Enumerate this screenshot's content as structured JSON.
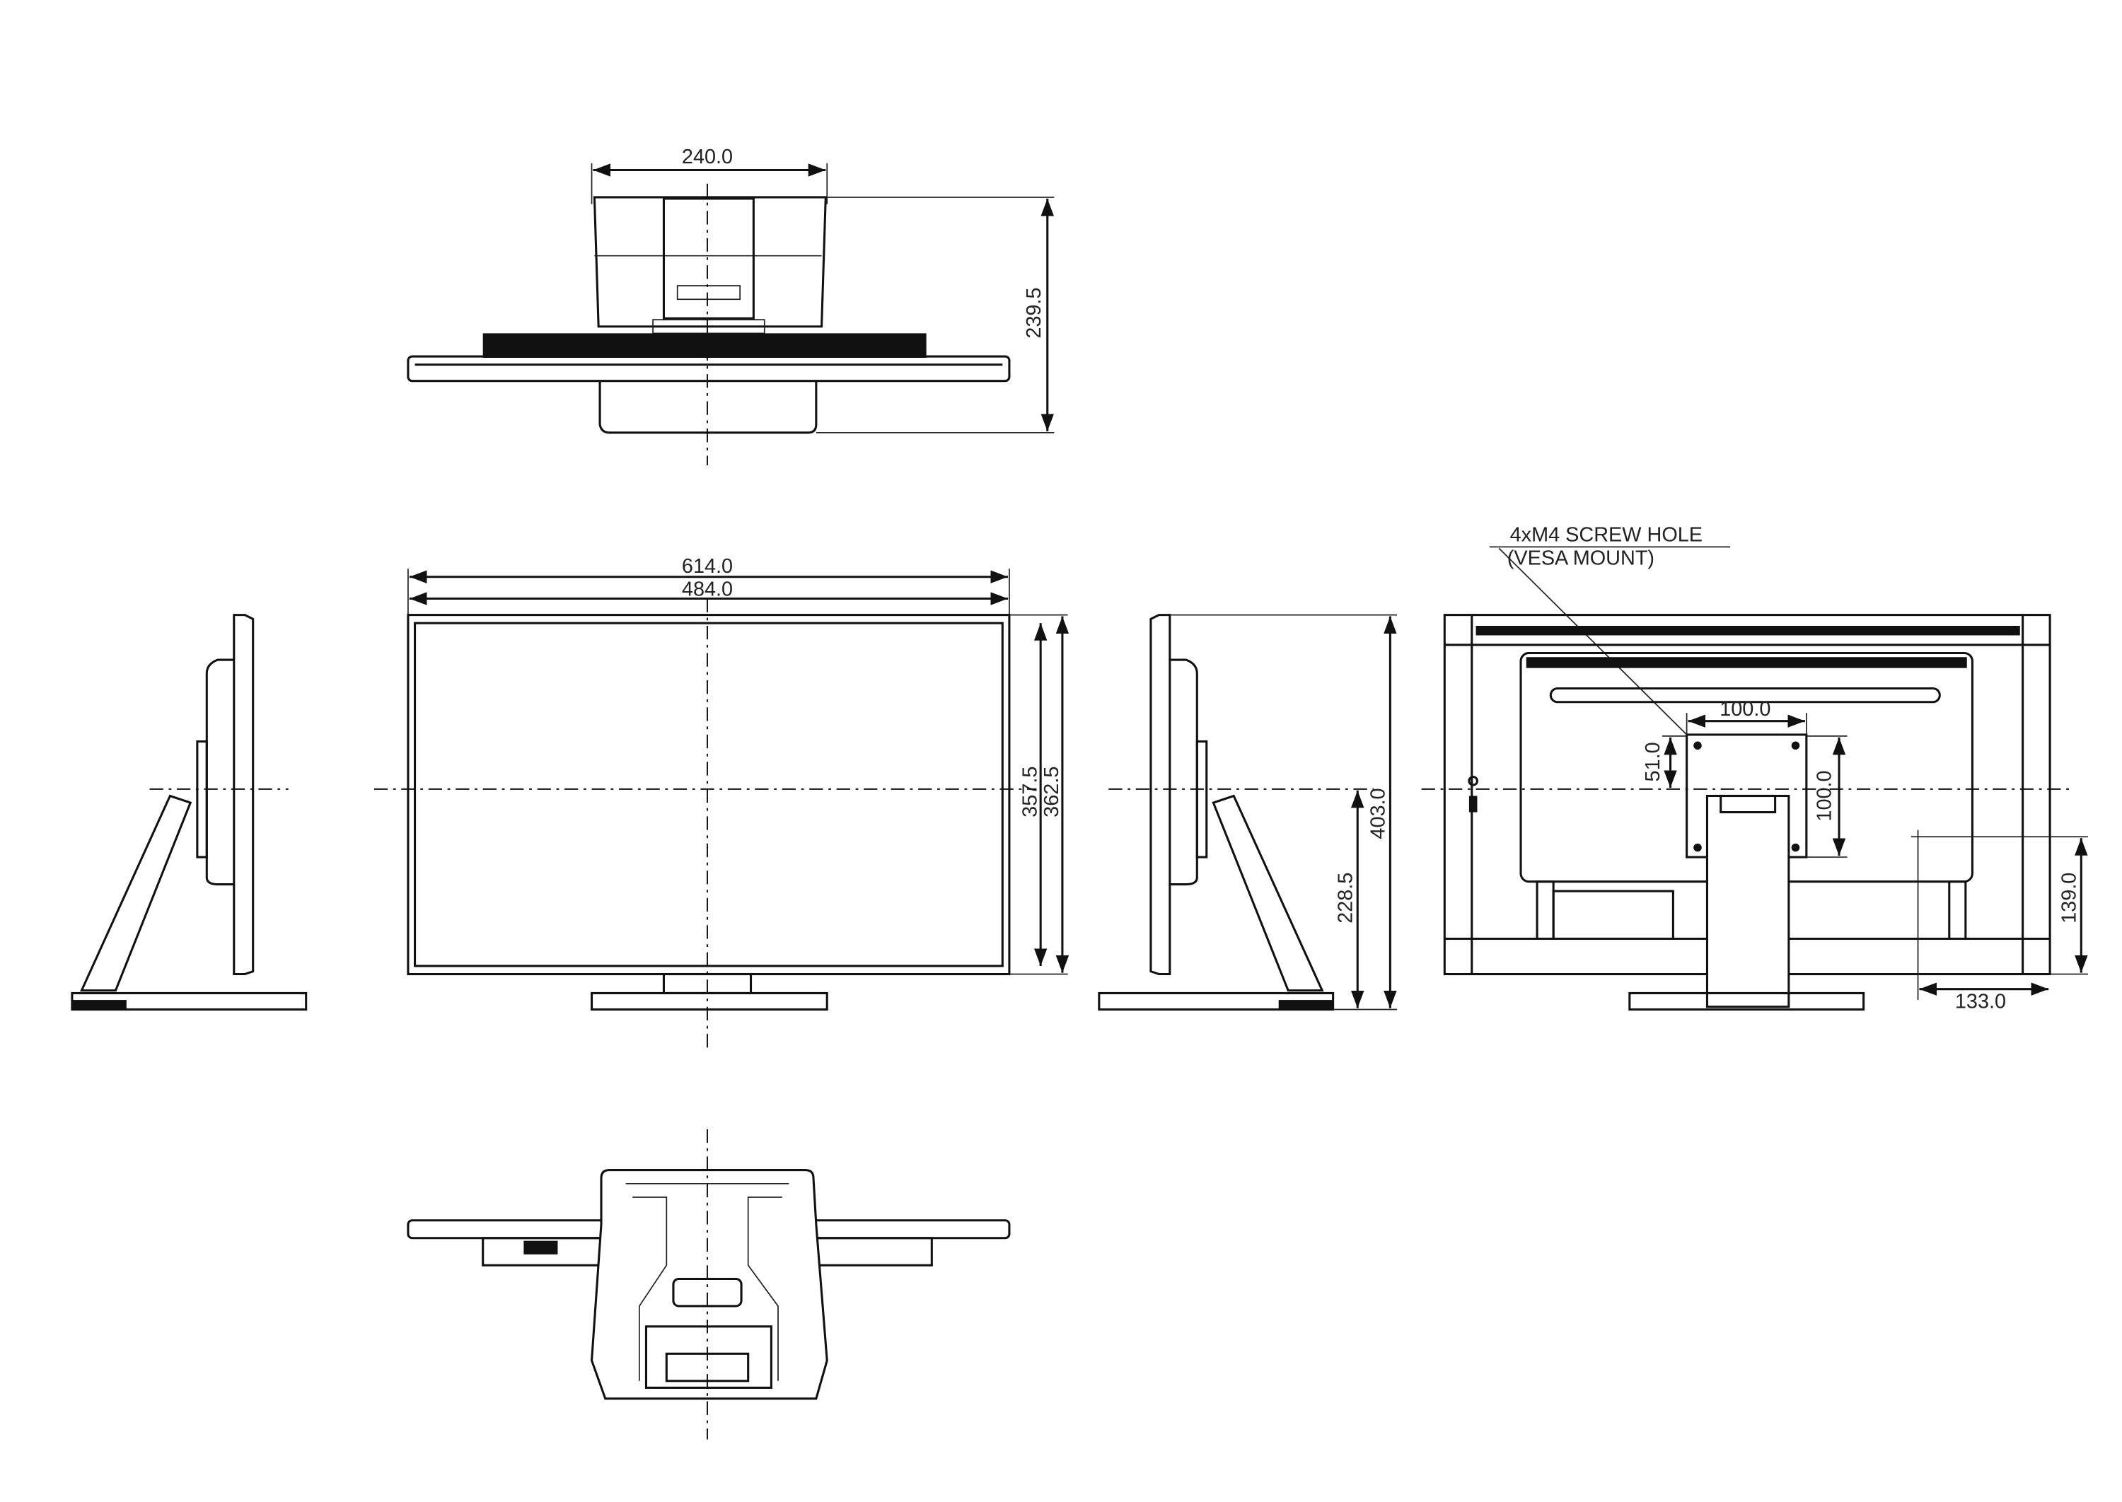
{
  "drawing": {
    "views": [
      "top-view",
      "front-view",
      "left-side-view",
      "right-side-view",
      "rear-view",
      "bottom-view"
    ],
    "dimensions": {
      "top_width": "240.0",
      "top_depth": "239.5",
      "overall_width": "614.0",
      "stand_width": "484.0",
      "screen_height": "357.5",
      "panel_height": "362.5",
      "overall_height": "403.0",
      "center_height": "228.5",
      "vesa_horizontal": "100.0",
      "vesa_offset": "51.0",
      "vesa_vertical": "100.0",
      "port_height": "139.0",
      "port_offset": "133.0"
    },
    "notes": {
      "screw_hole_line1": "4xM4 SCREW HOLE",
      "screw_hole_line2": "(VESA MOUNT)"
    }
  }
}
